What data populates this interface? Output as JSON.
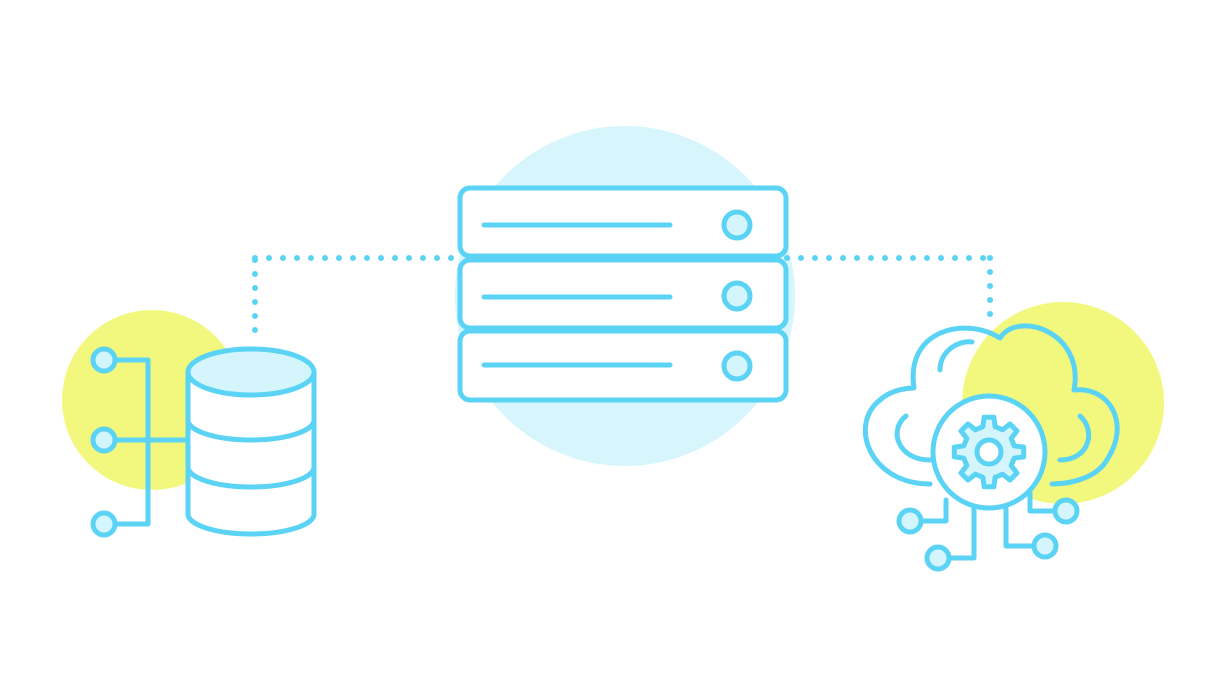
{
  "colors": {
    "background": "#ffffff",
    "line": "#5bd3f5",
    "fill_light": "#d4f5fc",
    "blob_blue": "#d6f5fc",
    "blob_yellow": "#f2f87e"
  },
  "nodes": [
    {
      "id": "database",
      "icon": "database-icon",
      "backdrop": "yellow"
    },
    {
      "id": "server",
      "icon": "server-rack-icon",
      "backdrop": "blue",
      "units": 3
    },
    {
      "id": "cloud",
      "icon": "cloud-gear-icon",
      "backdrop": "yellow"
    }
  ],
  "connections": [
    {
      "from": "database",
      "to": "server",
      "style": "dotted"
    },
    {
      "from": "server",
      "to": "cloud",
      "style": "dotted"
    }
  ]
}
